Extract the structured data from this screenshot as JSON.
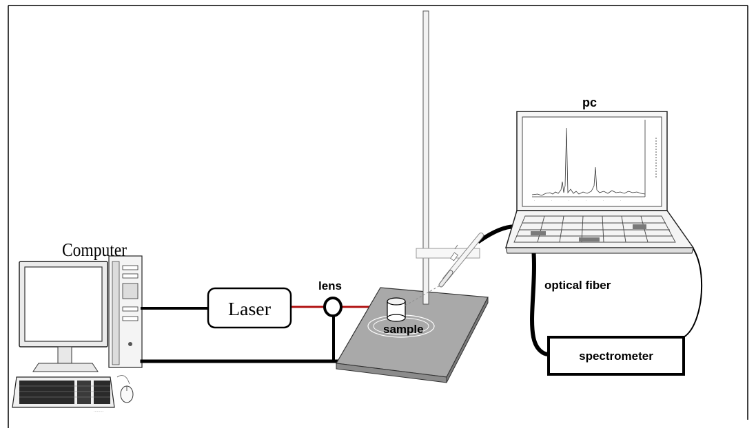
{
  "labels": {
    "computer": "Computer",
    "laser": "Laser",
    "lens": "lens",
    "sample": "sample",
    "pc": "pc",
    "optical_fiber": "optical fiber",
    "spectrometer": "spectrometer"
  },
  "colors": {
    "laser_beam": "#b01010",
    "cable": "#000000",
    "base_plate": "#a9a9a9"
  }
}
